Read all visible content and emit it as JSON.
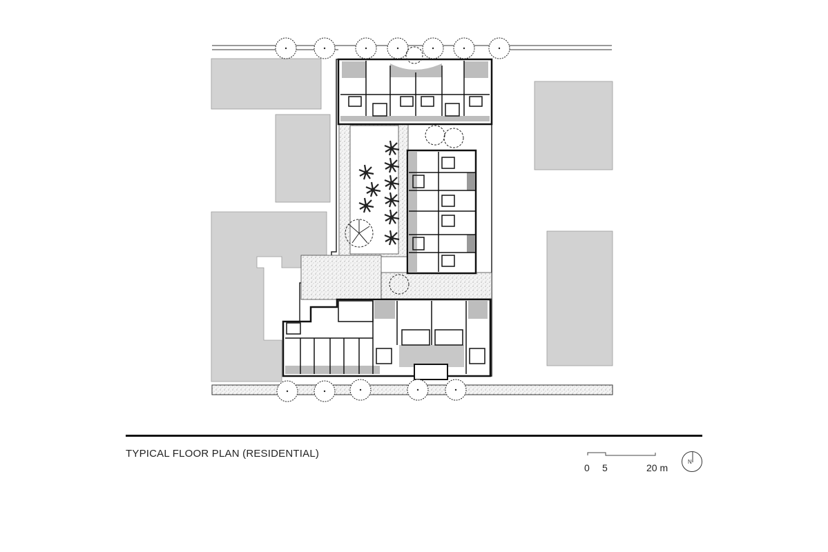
{
  "drawing": {
    "title": "TYPICAL FLOOR PLAN (RESIDENTIAL)",
    "scale_bar": {
      "ticks": [
        "0",
        "5",
        "20 m"
      ],
      "unit": "m"
    },
    "north_arrow": {
      "label": "N"
    },
    "colors": {
      "neighbor_building": "#d2d2d2",
      "wall": "#111111",
      "balcony_fill": "#bdbdbd",
      "paving_fill": "#eeeeee"
    }
  }
}
